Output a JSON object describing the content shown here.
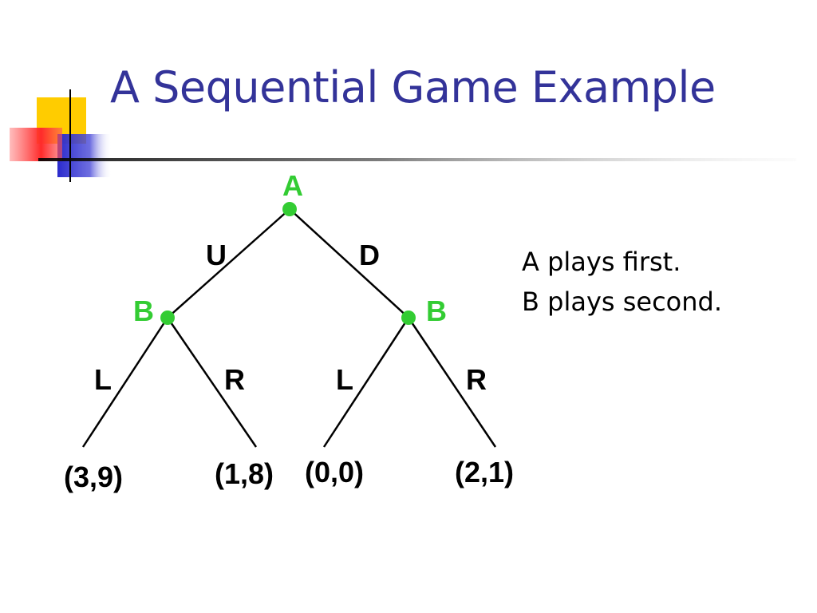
{
  "slide": {
    "title": "A Sequential Game Example",
    "notes": [
      "A plays first.",
      "B plays second."
    ]
  },
  "colors": {
    "title": "#333399",
    "player_node": "#33cc33",
    "text": "#000000",
    "deco_yellow": "#ffcc00",
    "deco_red": "#ff3333",
    "deco_blue": "#3333cc"
  },
  "tree": {
    "root": {
      "player": "A"
    },
    "first_moves": [
      "U",
      "D"
    ],
    "second_players": [
      "B",
      "B"
    ],
    "second_moves": [
      "L",
      "R",
      "L",
      "R"
    ],
    "payoffs": [
      "(3,9)",
      "(1,8)",
      "(0,0)",
      "(2,1)"
    ]
  }
}
